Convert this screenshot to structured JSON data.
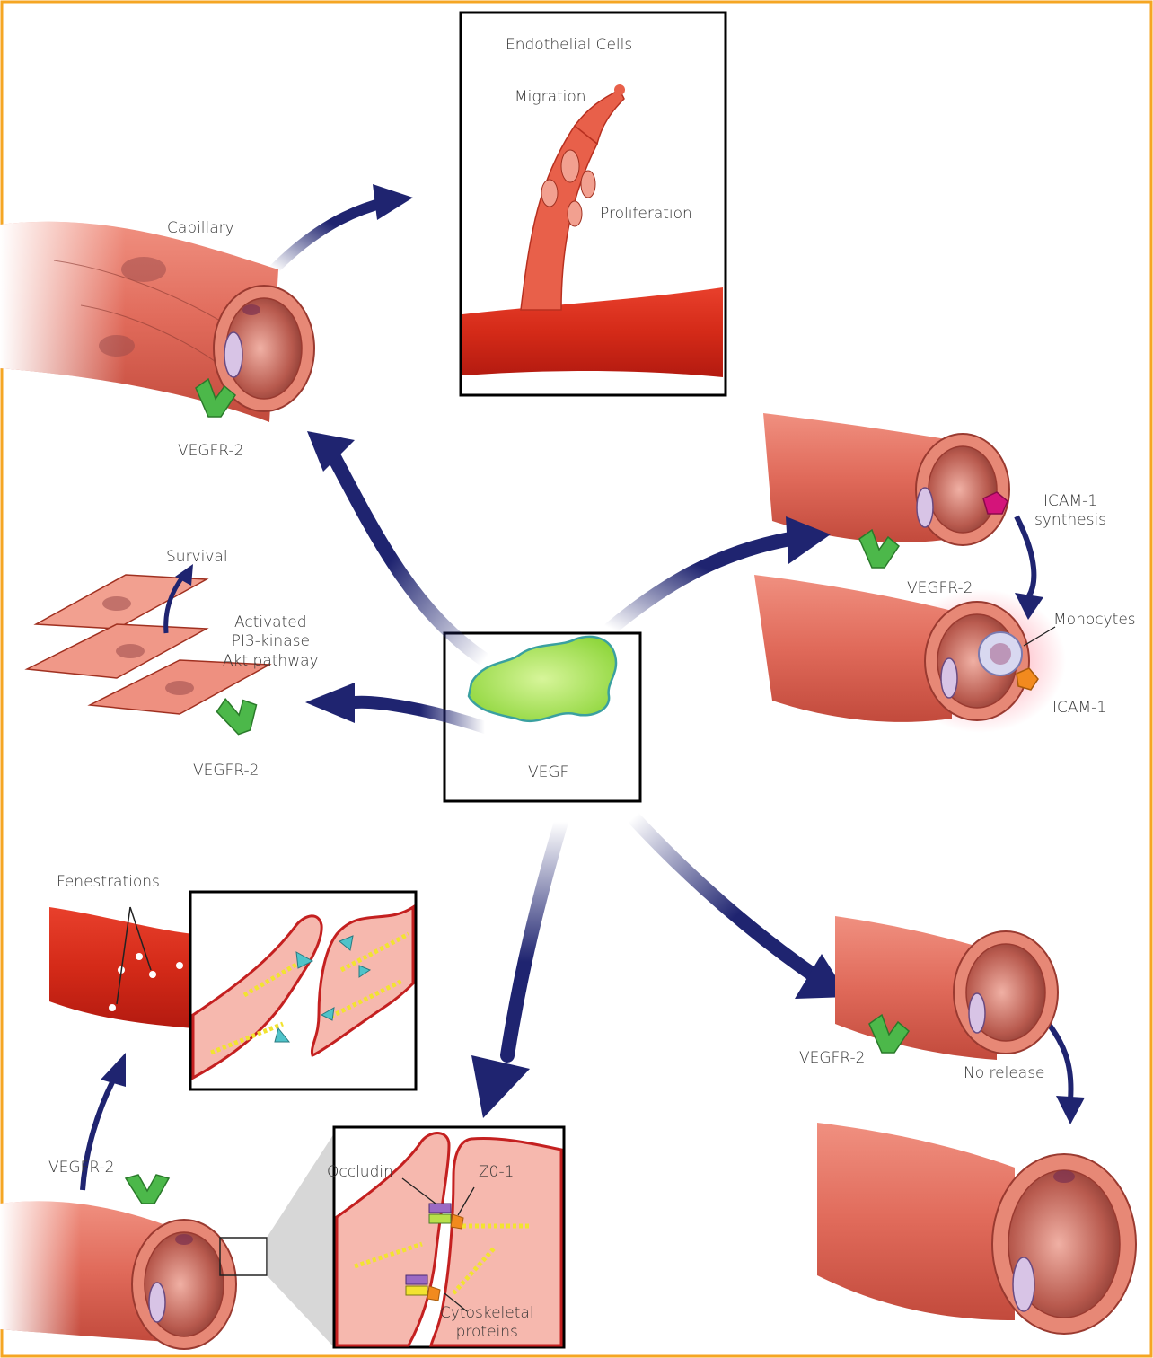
{
  "colors": {
    "frame": "#f5a623",
    "arrow": "#1f2470",
    "vessel": "#e8776a",
    "vessel_dark": "#c04838",
    "receptor": "#4cb84a",
    "vegf": "#a6e34a",
    "membrane": "#c42020",
    "cytoplasm": "#f6b8ae",
    "cytoskeleton": "#f2e330",
    "channel_arrow": "#4fc3c9"
  },
  "labels": {
    "endothelial_cells": "Endothelial Cells",
    "migration": "Migration",
    "proliferation": "Proliferation",
    "capillary": "Capillary",
    "vegfr2_top_left": "VEGFR-2",
    "icam1_synthesis_line1": "ICAM-1",
    "icam1_synthesis_line2": "synthesis",
    "vegfr2_top_right": "VEGFR-2",
    "monocytes": "Monocytes",
    "icam1": "ICAM-1",
    "survival": "Survival",
    "activated_line1": "Activated",
    "activated_line2": "PI3-kinase",
    "activated_line3": "Akt pathway",
    "vegfr2_mid_left": "VEGFR-2",
    "vegf": "VEGF",
    "fenestrations": "Fenestrations",
    "vegfr2_bottom_left": "VEGFR-2",
    "occludin": "Occludin",
    "zo1": "Z0-1",
    "cytoskeletal_line1": "Cytoskeletal",
    "cytoskeletal_line2": "proteins",
    "vegfr2_bottom_right": "VEGFR-2",
    "no_release": "No release"
  }
}
